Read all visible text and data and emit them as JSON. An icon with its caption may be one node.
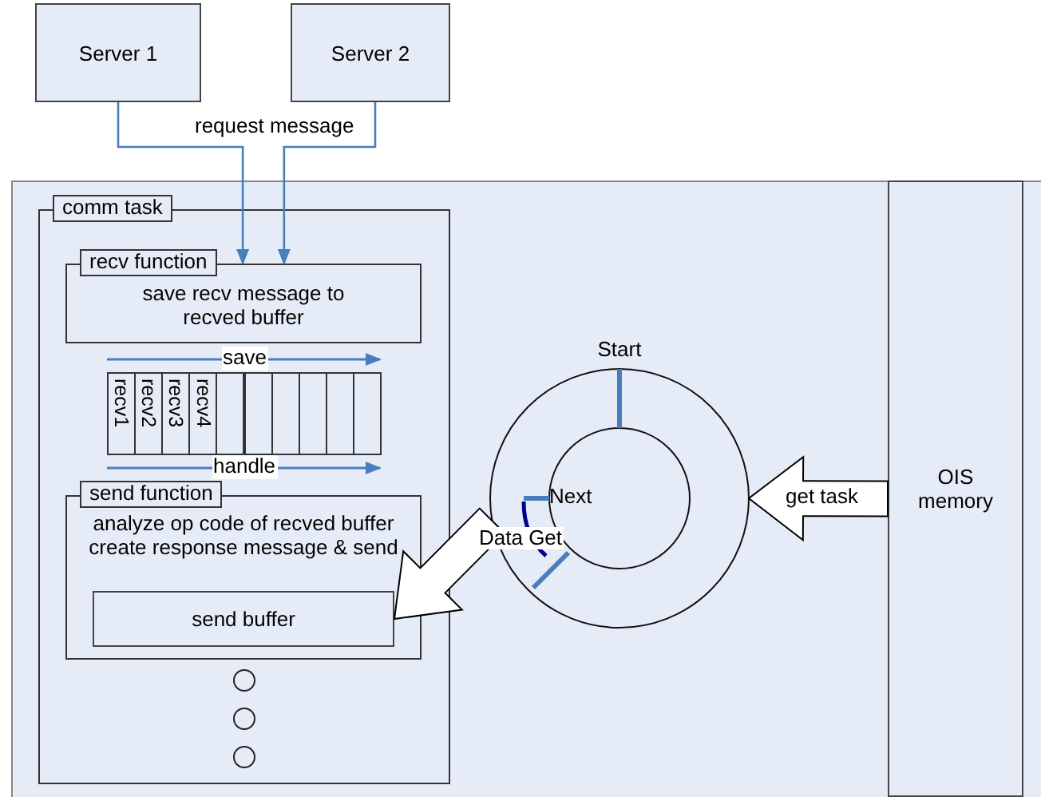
{
  "diagram": {
    "nodes": [
      {
        "text": [
          "Server 1"
        ]
      },
      {
        "text": [
          "Server 2"
        ]
      },
      {
        "text": [
          "comm task"
        ]
      },
      {
        "text": [
          "recv function",
          "save recv message to recved buffer"
        ],
        "in": 2
      },
      {
        "text": [
          "recv1"
        ],
        "in": 2
      },
      {
        "text": [
          "recv2"
        ],
        "in": 2
      },
      {
        "text": [
          "recv3"
        ],
        "in": 2
      },
      {
        "text": [
          "recv4"
        ],
        "in": 2
      },
      {
        "text": [],
        "shape": "box",
        "in": 2
      },
      {
        "text": [],
        "shape": "box",
        "in": 2
      },
      {
        "text": [],
        "shape": "box",
        "in": 2
      },
      {
        "text": [],
        "shape": "box",
        "in": 2
      },
      {
        "text": [],
        "shape": "box",
        "in": 2
      },
      {
        "text": [],
        "shape": "box",
        "in": 2
      },
      {
        "text": [
          "send function",
          "analyze op code of recved buffer create response message & send"
        ],
        "in": 2
      },
      {
        "text": [
          "send buffer"
        ],
        "in": 14
      },
      {
        "text": [],
        "shape": "circle",
        "in": 2
      },
      {
        "text": [],
        "shape": "circle",
        "in": 2
      },
      {
        "text": [],
        "shape": "circle",
        "in": 2
      },
      {
        "text": [
          "Start",
          "Next"
        ]
      },
      {
        "text": [
          "OIS memory"
        ]
      }
    ],
    "edges": [
      {
        "from": 0,
        "to": 3,
        "arrow": "to",
        "label": "request message",
        "color": "#4a7ebb"
      },
      {
        "from": 1,
        "to": 3,
        "arrow": "to",
        "color": "#4a7ebb"
      },
      {
        "from": 20,
        "to": 19,
        "arrow": "to",
        "label": "get task",
        "style": "thick"
      },
      {
        "from": 19,
        "to": 15,
        "arrow": "to",
        "label": "Data Get",
        "style": "thick"
      }
    ],
    "labels": [
      "save",
      "handle"
    ]
  }
}
